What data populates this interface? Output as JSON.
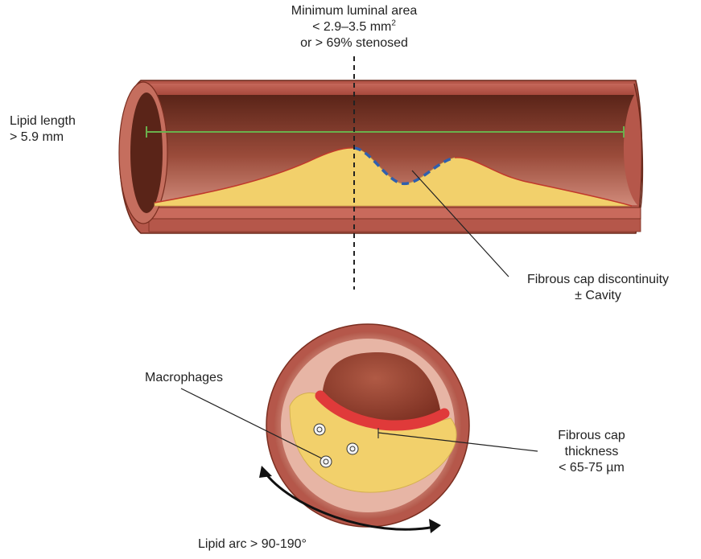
{
  "labels": {
    "mla_line1": "Minimum luminal area",
    "mla_line2": "< 2.9–3.5 mm",
    "mla_line2_sup": "2",
    "mla_line3": "or > 69% stenosed",
    "lipid_length_line1": "Lipid length",
    "lipid_length_line2": "> 5.9 mm",
    "fcd_line1": "Fibrous cap discontinuity",
    "fcd_line2": "± Cavity",
    "macrophages": "Macrophages",
    "fct_line1": "Fibrous cap",
    "fct_line2": "thickness",
    "fct_line3": "< 65-75 µm",
    "lipid_arc": "Lipid arc > 90-190°"
  },
  "colors": {
    "vessel_outer": "#b5574a",
    "vessel_wall": "#d08a7a",
    "lumen_dark": "#6b2a1c",
    "lipid": "#f2d06b",
    "fibrous_cap": "#e03a3a",
    "discontinuity": "#2f5fae",
    "length_marker": "#6ab04c"
  }
}
